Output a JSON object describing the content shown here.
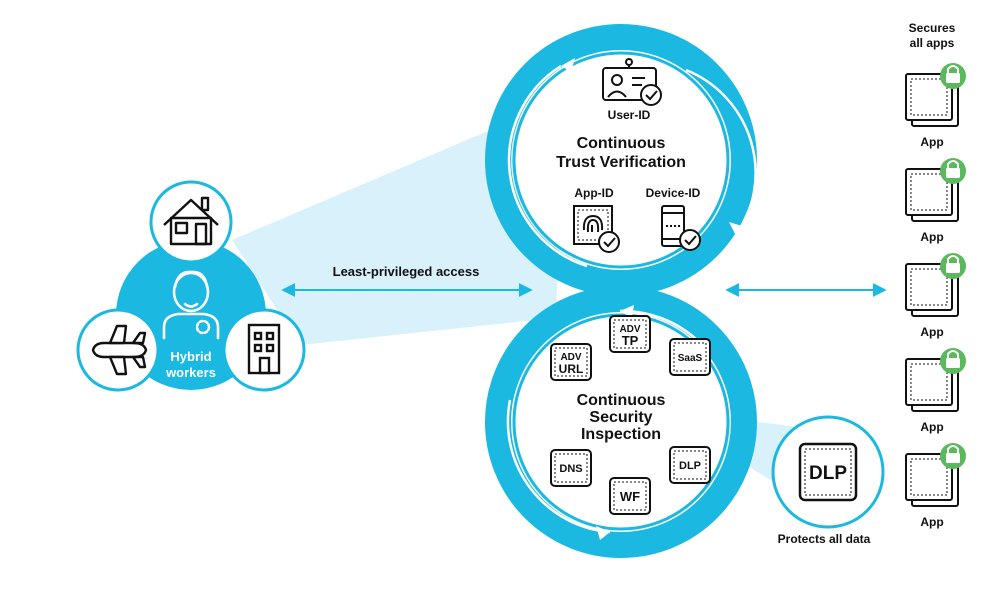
{
  "colors": {
    "accent": "#1bb8e2",
    "accent_light": "#d8f1fa",
    "lock_green": "#5cb85c",
    "ink": "#111111"
  },
  "workers": {
    "label_line1": "Hybrid",
    "label_line2": "workers",
    "icons": [
      "house-icon",
      "person-icon",
      "airplane-icon",
      "office-building-icon"
    ]
  },
  "access": {
    "label": "Least-privileged access"
  },
  "trust": {
    "title_line1": "Continuous",
    "title_line2": "Trust Verification",
    "user_id": "User-ID",
    "app_id": "App-ID",
    "device_id": "Device-ID"
  },
  "security": {
    "title_line1": "Continuous",
    "title_line2": "Security",
    "title_line3": "Inspection",
    "badges": {
      "adv_tp_line1": "ADV",
      "adv_tp_line2": "TP",
      "saas": "SaaS",
      "adv_url_line1": "ADV",
      "adv_url_line2": "URL",
      "dns": "DNS",
      "dlp": "DLP",
      "wf": "WF"
    }
  },
  "dlp": {
    "big_label": "DLP",
    "caption": "Protects all data"
  },
  "apps": {
    "heading_line1": "Secures",
    "heading_line2": "all apps",
    "items": [
      "App",
      "App",
      "App",
      "App",
      "App"
    ]
  }
}
